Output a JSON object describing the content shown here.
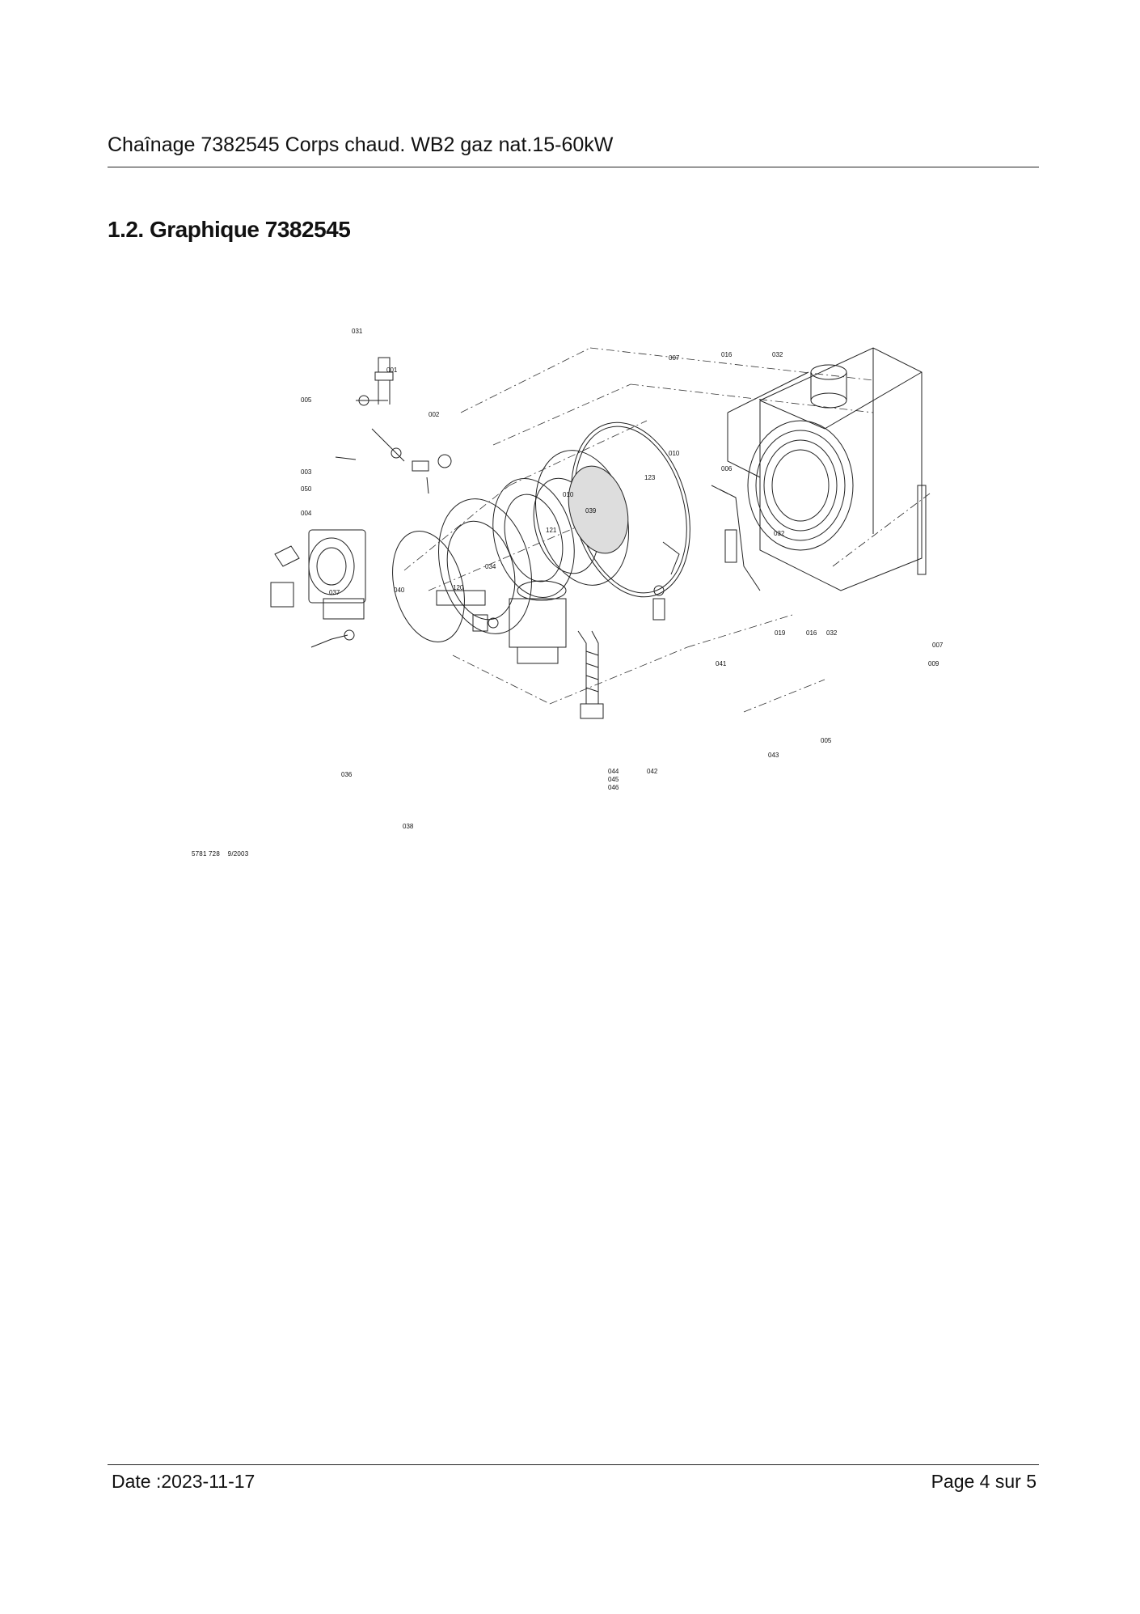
{
  "header": {
    "title": "Chaînage 7382545 Corps chaud. WB2 gaz nat.15-60kW"
  },
  "section": {
    "title": "1.2. Graphique 7382545"
  },
  "diagram": {
    "labels": [
      "031",
      "001",
      "005",
      "002",
      "003",
      "050",
      "004",
      "007",
      "016",
      "032",
      "010",
      "010",
      "123",
      "006",
      "039",
      "121",
      "034",
      "120",
      "037",
      "040",
      "041",
      "019",
      "016",
      "032",
      "007",
      "009",
      "005",
      "036",
      "038",
      "044",
      "045",
      "046",
      "042",
      "043",
      "032"
    ]
  },
  "drawing_ref": {
    "number": "5781 728",
    "date": "9/2003"
  },
  "footer": {
    "date_label": "Date :2023-11-17",
    "page_label": "Page 4 sur  5"
  }
}
